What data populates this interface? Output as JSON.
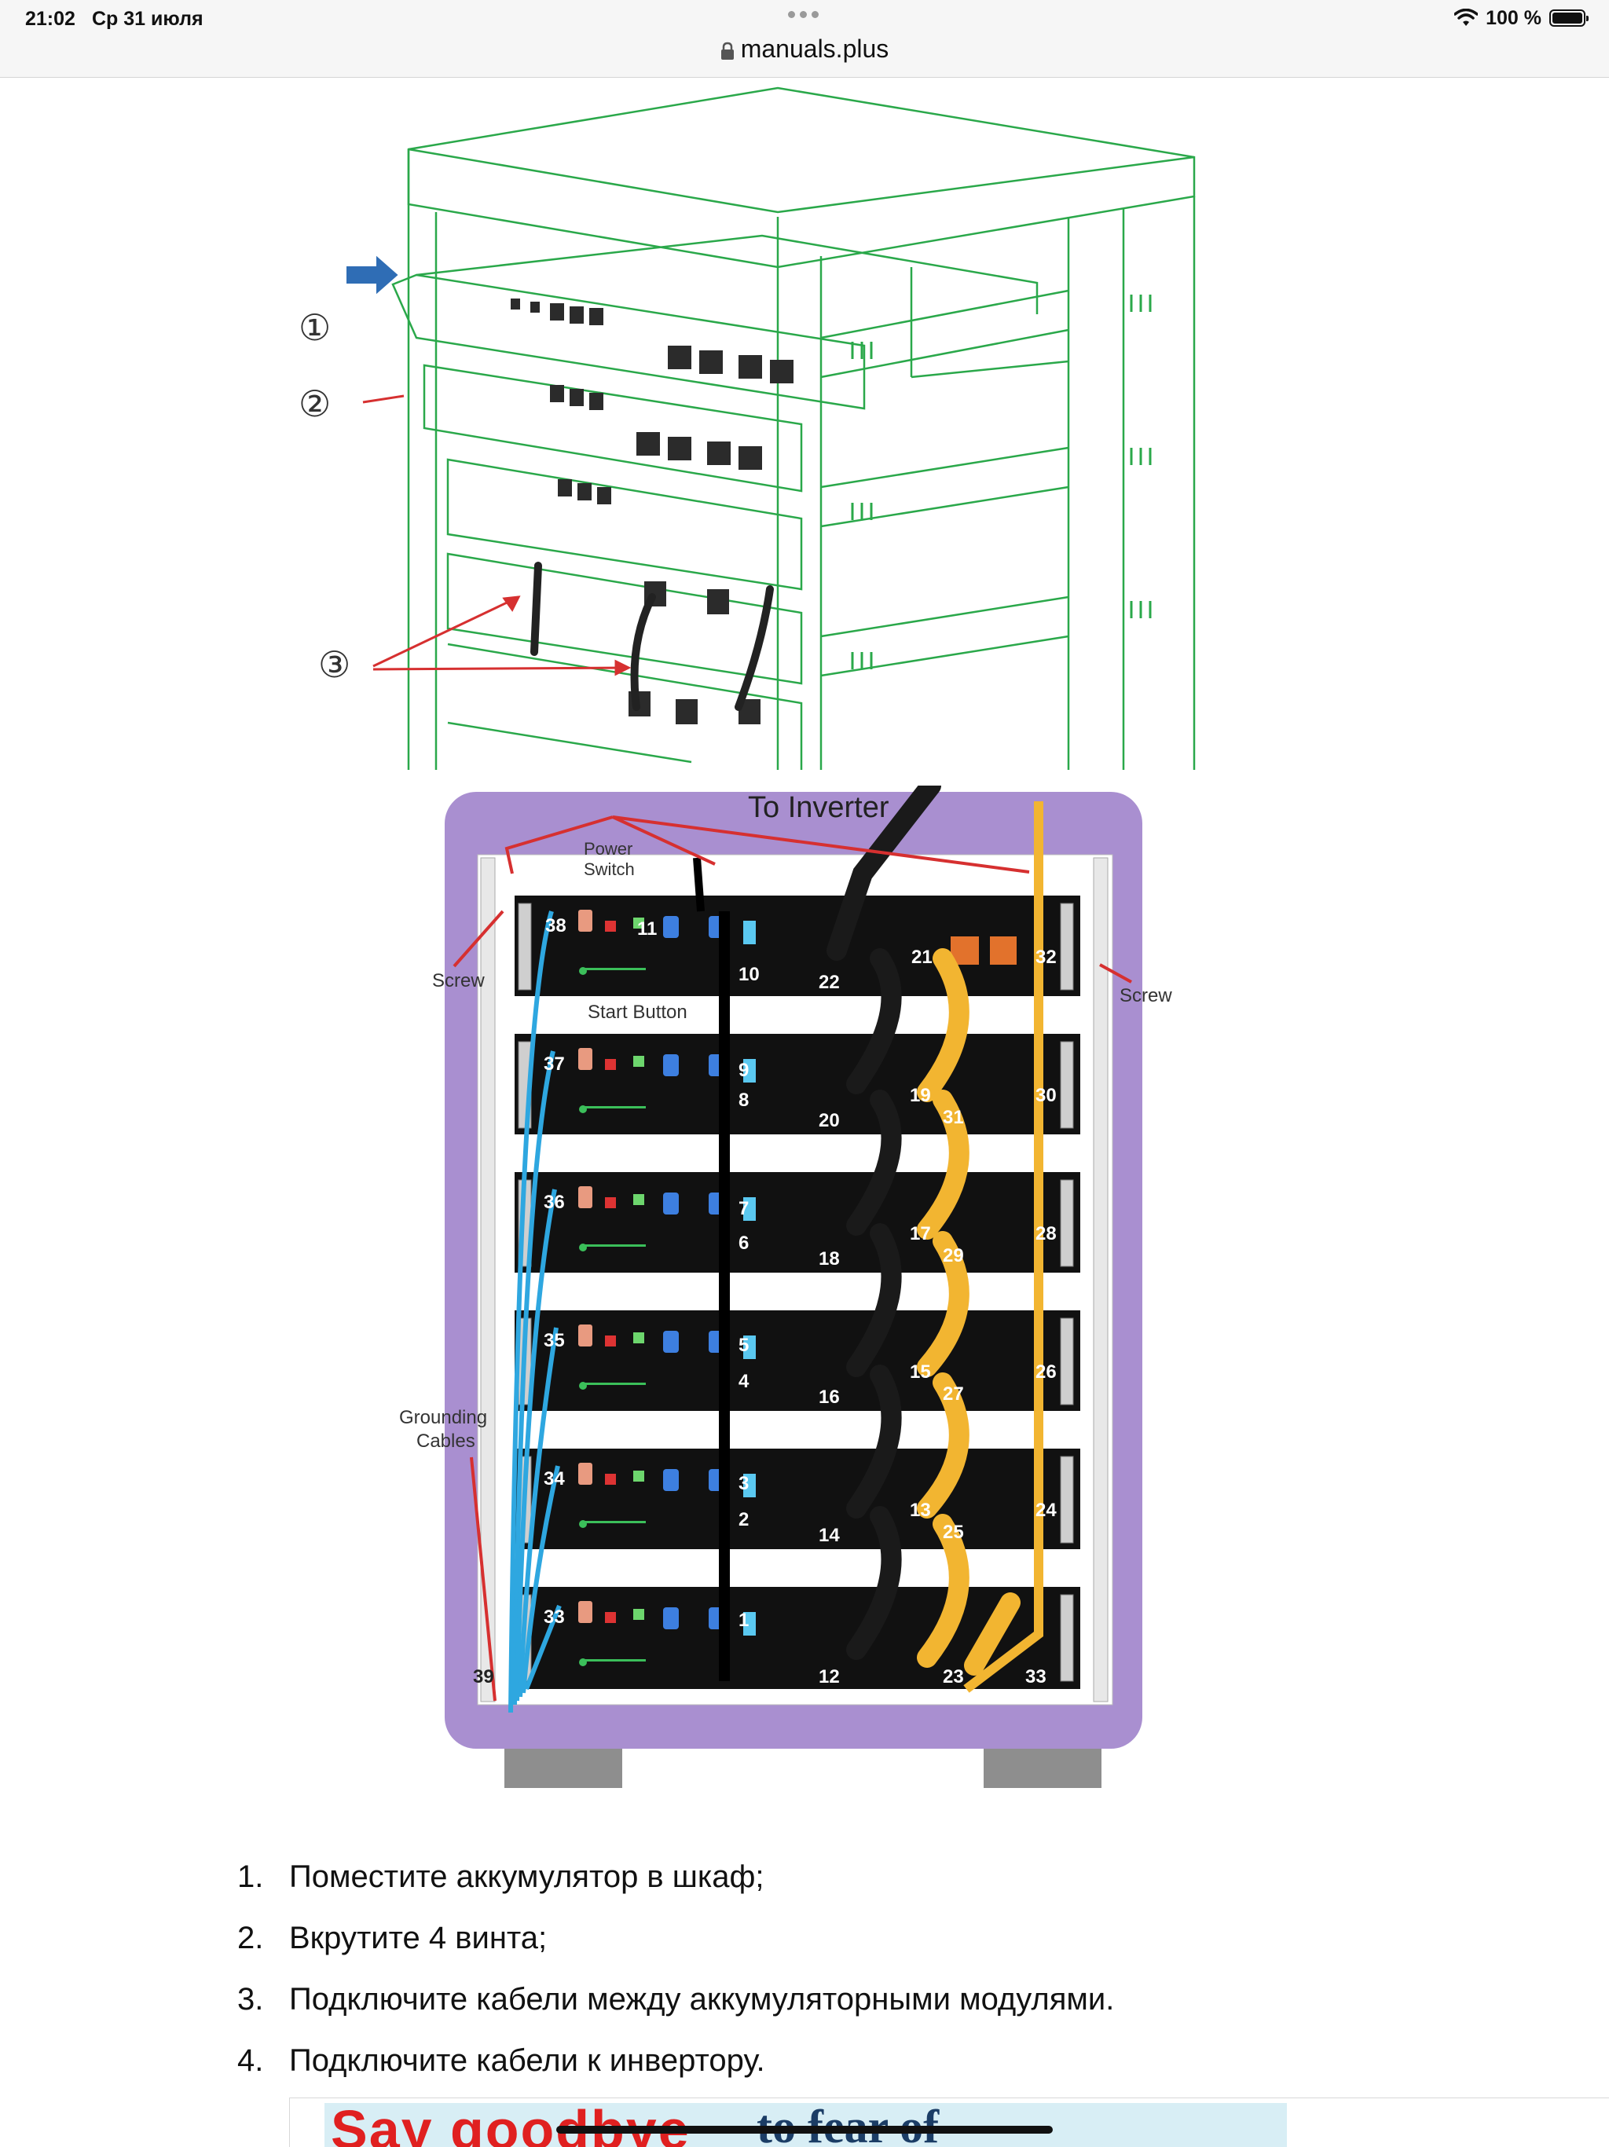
{
  "status_bar": {
    "time": "21:02",
    "date": "Ср 31 июля",
    "battery_text": "100 %"
  },
  "browser": {
    "url": "manuals.plus"
  },
  "figure_top": {
    "callouts": [
      "①",
      "②",
      "③"
    ]
  },
  "figure_bottom": {
    "labels": {
      "to_inverter": "To Inverter",
      "power_switch_1": "Power",
      "power_switch_2": "Switch",
      "screw_left": "Screw",
      "screw_right": "Screw",
      "start_button": "Start Button",
      "grounding_1": "Grounding",
      "grounding_2": "Cables"
    },
    "numbers": {
      "n38": "38",
      "n11": "11",
      "n10": "10",
      "n22": "22",
      "n21": "21",
      "n32": "32",
      "n37": "37",
      "n9": "9",
      "n8": "8",
      "n20": "20",
      "n19": "19",
      "n31": "31",
      "n30": "30",
      "n36": "36",
      "n7": "7",
      "n6": "6",
      "n18": "18",
      "n17": "17",
      "n29": "29",
      "n28": "28",
      "n35": "35",
      "n5": "5",
      "n4": "4",
      "n16": "16",
      "n15": "15",
      "n27": "27",
      "n26": "26",
      "n34": "34",
      "n3": "3",
      "n2": "2",
      "n14": "14",
      "n13": "13",
      "n25": "25",
      "n24": "24",
      "n33a": "33",
      "n1": "1",
      "n12": "12",
      "n23": "23",
      "n33b": "33",
      "n39": "39"
    }
  },
  "instructions": [
    {
      "num": "1.",
      "text": "Поместите аккумулятор в шкаф;"
    },
    {
      "num": "2.",
      "text": "Вкрутите 4 винта;"
    },
    {
      "num": "3.",
      "text": "Подключите кабели между аккумуляторными модулями."
    },
    {
      "num": "4.",
      "text": "Подключите кабели к инвертору."
    }
  ],
  "ad": {
    "headline": "Say goodbye",
    "subtext": "to fear of"
  },
  "colors": {
    "rack_line": "#2aa84a",
    "cabinet": "#a98fd0",
    "module": "#111111",
    "ground_cable": "#2ea7e0",
    "power_cable": "#f2b531",
    "arrow_red": "#d63030",
    "arrow_blue": "#2f6db5"
  }
}
